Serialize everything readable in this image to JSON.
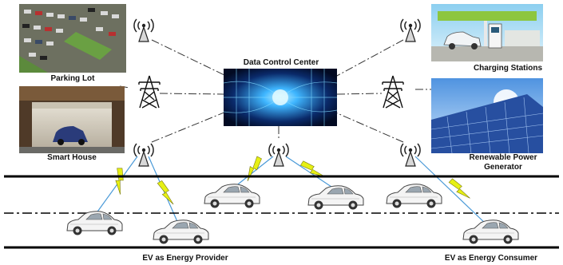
{
  "labels": {
    "parking_lot": "Parking Lot",
    "charging_stations": "Charging Stations",
    "data_control_center": "Data Control Center",
    "smart_house": "Smart House",
    "renewable_line1": "Renewable Power",
    "renewable_line2": "Generator",
    "ev_provider": "EV as Energy Provider",
    "ev_consumer": "EV as Energy Consumer"
  },
  "colors": {
    "lightning": "#e6f014",
    "wireless_link": "#4a9ad8",
    "road": "#000000",
    "dashed_link": "#333333",
    "data_center_glow": "#3fb6ff"
  },
  "icons": {
    "antenna": "antenna-tower-icon",
    "pylon": "power-pylon-icon",
    "car": "electric-car-icon",
    "lightning": "wireless-lightning-icon"
  }
}
